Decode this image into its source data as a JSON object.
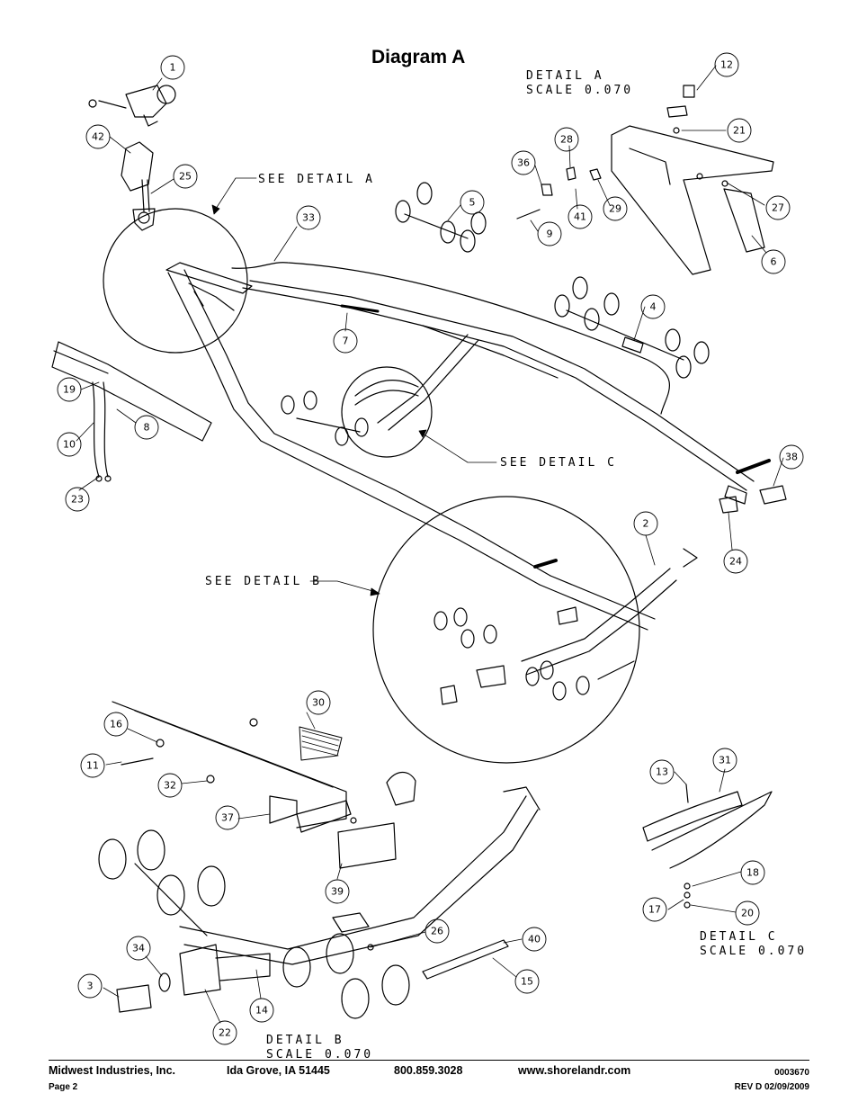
{
  "title": "Diagram A",
  "detail_labels": {
    "detail_a": "DETAIL  A",
    "scale_a": "SCALE  0.070",
    "detail_b": "DETAIL  B",
    "scale_b": "SCALE  0.070",
    "detail_c": "DETAIL  C",
    "scale_c": "SCALE  0.070",
    "see_a": "SEE DETAIL  A",
    "see_b": "SEE DETAIL  B",
    "see_c": "SEE DETAIL  C"
  },
  "callouts": [
    "1",
    "42",
    "25",
    "33",
    "5",
    "36",
    "28",
    "41",
    "29",
    "9",
    "12",
    "21",
    "27",
    "6",
    "4",
    "7",
    "19",
    "10",
    "8",
    "23",
    "38",
    "24",
    "2",
    "30",
    "16",
    "11",
    "32",
    "37",
    "39",
    "34",
    "3",
    "22",
    "14",
    "26",
    "40",
    "15",
    "13",
    "31",
    "18",
    "17",
    "20"
  ],
  "footer": {
    "company": "Midwest Industries, Inc.",
    "address": "Ida Grove, IA  51445",
    "phone": "800.859.3028",
    "website": "www.shorelandr.com",
    "doc_number": "0003670",
    "page": "Page 2",
    "revision": "REV D  02/09/2009"
  }
}
